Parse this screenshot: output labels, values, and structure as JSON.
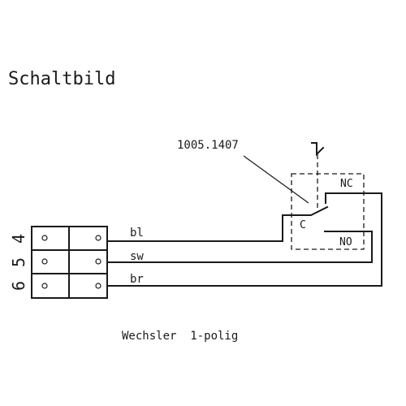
{
  "title": "Schaltbild",
  "part_number": "1005.1407",
  "switch": {
    "common": "C",
    "normally_closed": "NC",
    "normally_open": "NO"
  },
  "terminals": [
    {
      "number": "4",
      "wire": "bl"
    },
    {
      "number": "5",
      "wire": "sw"
    },
    {
      "number": "6",
      "wire": "br"
    }
  ],
  "caption": "Wechsler  1-polig"
}
